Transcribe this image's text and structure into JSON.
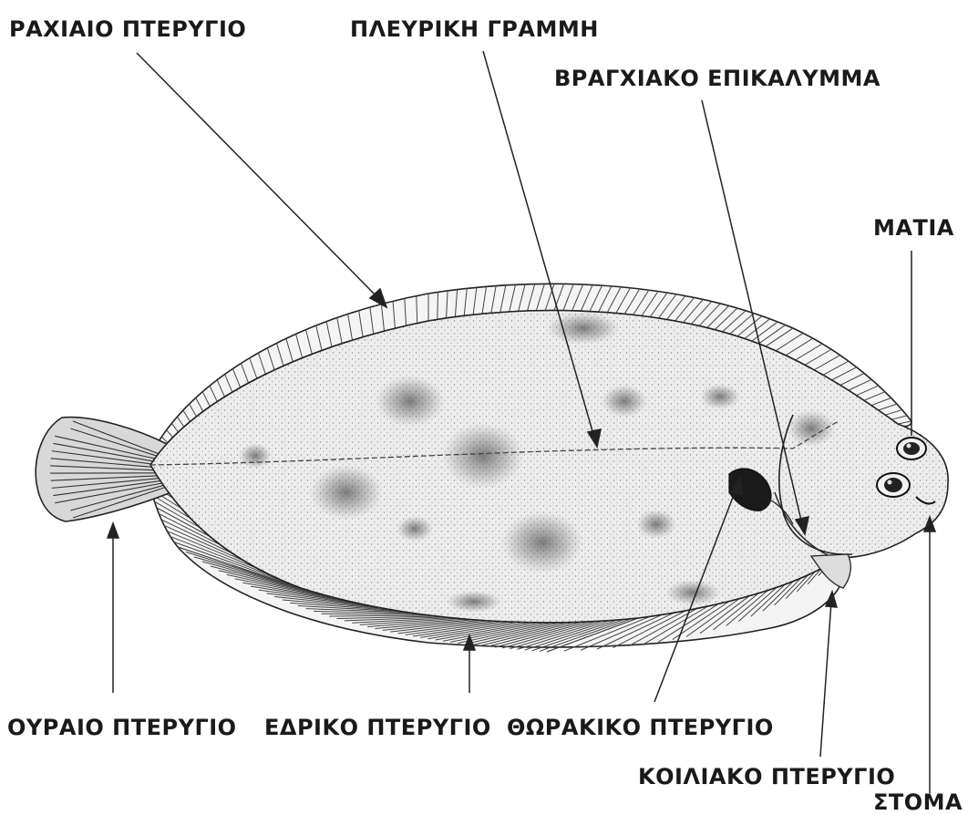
{
  "labels": {
    "dorsal_fin": "ΡΑΧΙΑΙΟ ΠΤΕΡΥΓΙΟ",
    "lateral_line": "ΠΛΕΥΡΙΚΗ ΓΡΑΜΜΗ",
    "gill_cover": "ΒΡΑΓΧΙΑΚΟ ΕΠΙΚΑΛΥΜΜΑ",
    "eye": "ΜΑΤΙΑ",
    "caudal_fin": "ΟΥΡΑΙΟ ΠΤΕΡΥΓΙΟ",
    "anal_fin": "ΕΔΡΙΚΟ ΠΤΕΡΥΓΙΟ",
    "pectoral_fin": "ΘΩΡΑΚΙΚΟ ΠΤΕΡΥΓΙΟ",
    "pelvic_fin": "ΚΟΙΛΙΑΚΟ ΠΤΕΡΥΓΙΟ",
    "mouth": "ΣΤΟΜΑ"
  },
  "colors": {
    "ink": "#1a1a1a",
    "body_fill": "#ececec",
    "spot": "#6e6e6e"
  }
}
